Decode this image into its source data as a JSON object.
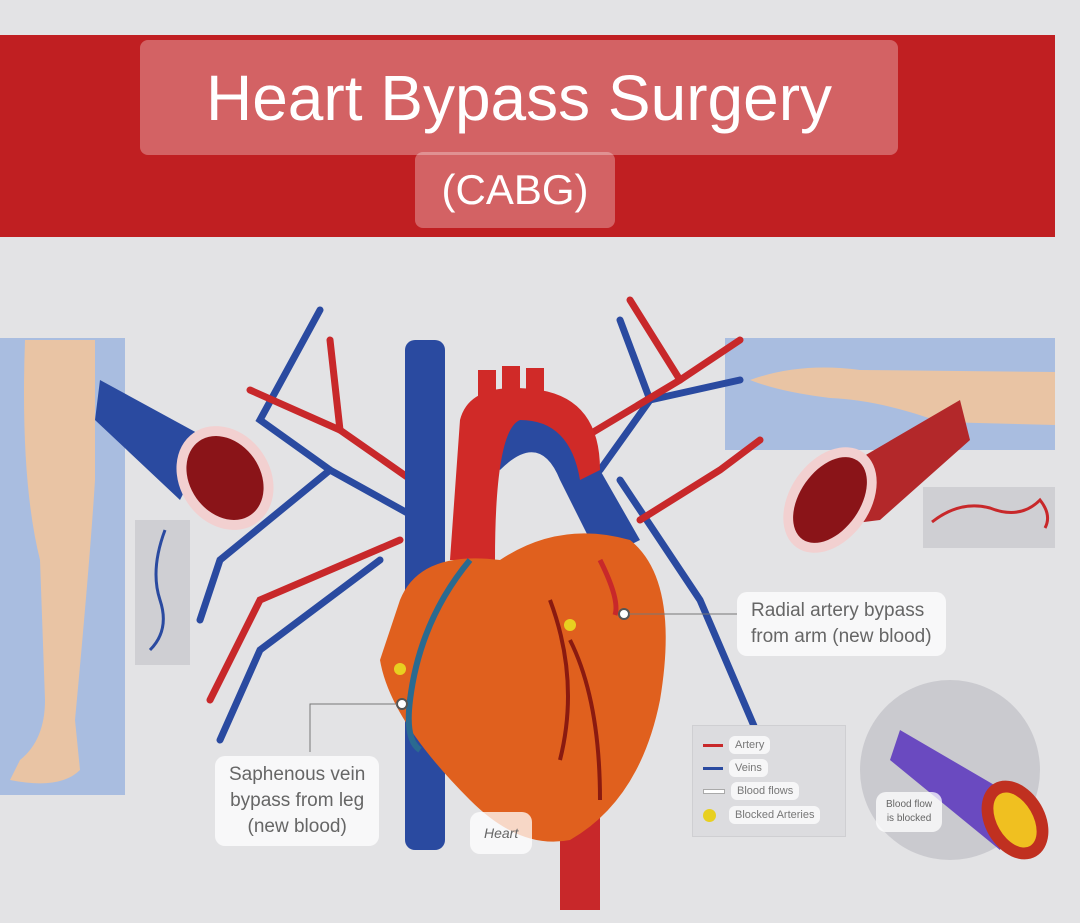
{
  "header": {
    "title": "Heart Bypass Surgery",
    "subtitle": "(CABG)"
  },
  "labels": {
    "radial": [
      "Radial artery bypass",
      "from arm (new blood)"
    ],
    "saphenous": [
      "Saphenous vein",
      "bypass from leg",
      "(new blood)"
    ],
    "heart": "Heart",
    "blocked": [
      "Blood flow",
      "is blocked"
    ]
  },
  "legend": {
    "items": [
      {
        "label": "Artery",
        "color": "#c8282a"
      },
      {
        "label": "Veins",
        "color": "#2a4aa0"
      },
      {
        "label": "Blood flows",
        "color": "#ffffff"
      },
      {
        "label": "Blocked Arteries",
        "color": "#e8d020"
      }
    ]
  },
  "colors": {
    "banner": "#c01f22",
    "artery": "#c8282a",
    "vein": "#2a4aa0",
    "heart": "#e0601e",
    "panel": "#a9bde0"
  }
}
